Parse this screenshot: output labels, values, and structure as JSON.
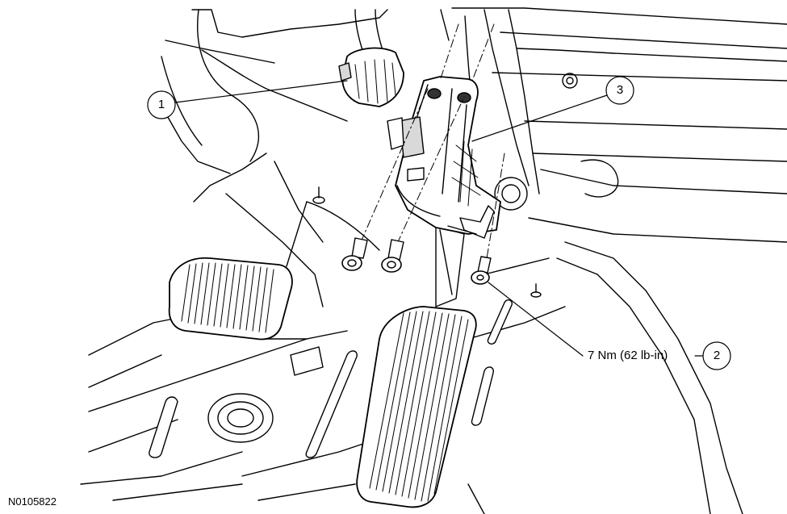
{
  "figure_id": "N0105822",
  "callouts": [
    {
      "number": "1"
    },
    {
      "number": "2",
      "text": "7 Nm (62 lb-in)"
    },
    {
      "number": "3"
    }
  ],
  "colors": {
    "line": "#000000",
    "fill": "#ffffff",
    "shade": "#d9d9d9",
    "dark": "#333333"
  }
}
